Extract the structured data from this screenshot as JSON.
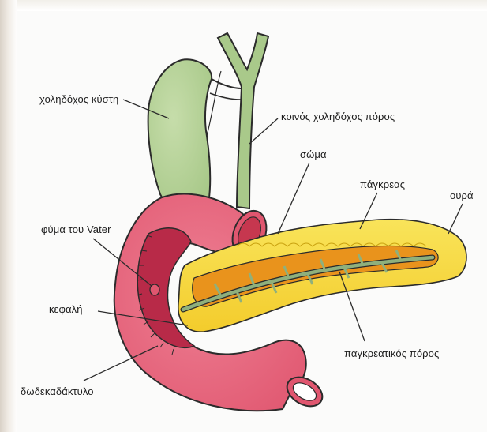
{
  "labels": {
    "gallbladder": "χοληδόχος κύστη",
    "common_bile_duct": "κοινός χοληδόχος πόρος",
    "body": "σώμα",
    "pancreas": "πάγκρεας",
    "tail": "ουρά",
    "ampulla": "φύμα του Vater",
    "head": "κεφαλή",
    "duodenum": "δωδεκαδάκτυλο",
    "pancreatic_duct": "παγκρεατικός πόρος"
  },
  "colors": {
    "gallbladder": "#a9c98a",
    "duodenum": "#e0566f",
    "duodenum_dark": "#b82a48",
    "pancreas": "#f3cc2c",
    "pancreas_light": "#f9e45a",
    "pancreatic_duct_region": "#e9931c",
    "duct": "#8fb07c"
  }
}
